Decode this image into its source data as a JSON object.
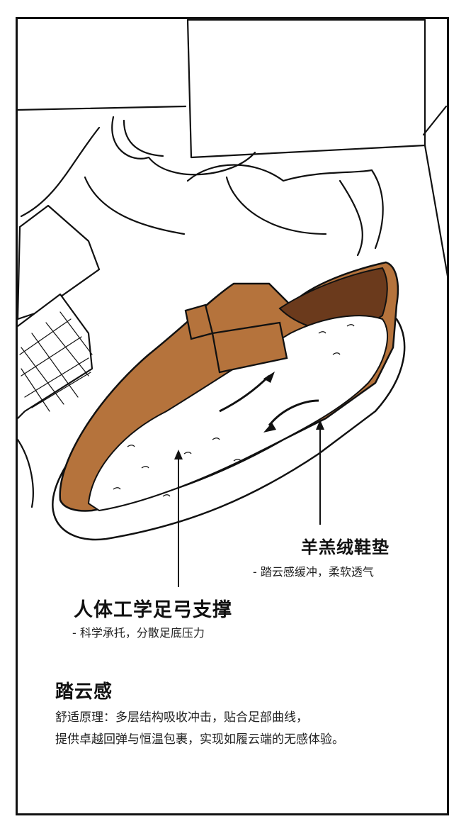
{
  "callouts": {
    "cashmere": {
      "title": "羊羔绒鞋垫",
      "subtitle": "- 踏云感缓冲，柔软透气"
    },
    "arch_support": {
      "title": "人体工学足弓支撑",
      "subtitle": "- 科学承托，分散足底压力"
    }
  },
  "feature": {
    "title": "踏云感",
    "description_line1": "舒适原理：多层结构吸收冲击，贴合足部曲线，",
    "description_line2": "提供卓越回弹与恒温包裹，实现如履云端的无感体验。"
  },
  "colors": {
    "leather": "#b5733c",
    "leather_dark": "#7a4420",
    "lining": "#6b3a1c",
    "fleece": "#ffffff",
    "outline": "#111111"
  }
}
